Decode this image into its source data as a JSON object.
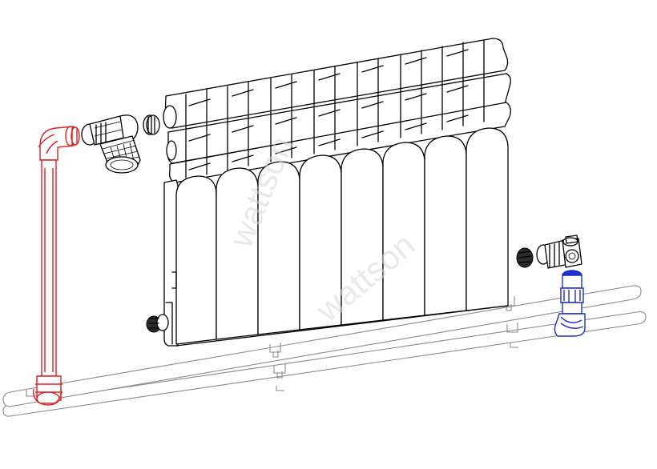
{
  "watermark": {
    "text_1": "wattson",
    "text_2": "wattson"
  },
  "colors": {
    "outline": "#000000",
    "pipe_gray": "#8a8a8a",
    "supply_pipe": "#e02020",
    "return_pipe": "#1f2bd6",
    "background": "#ffffff"
  },
  "parts": [
    "radiator",
    "thermostatic-valve",
    "return-valve",
    "red-riser-pipe",
    "blue-return-connection",
    "gray-supply-pipe",
    "gray-return-pipe",
    "pipe-clips",
    "plug-caps"
  ]
}
